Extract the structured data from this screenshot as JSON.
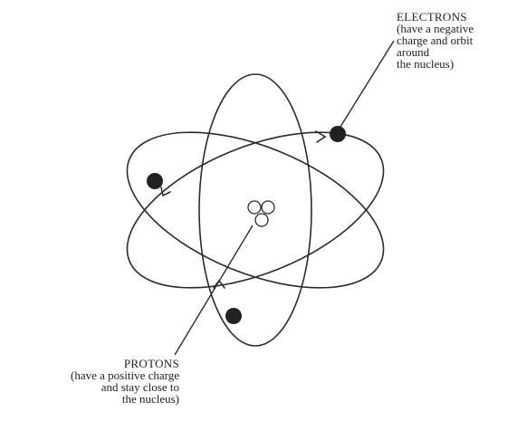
{
  "electrons": {
    "title": "ELECTRONS",
    "description": [
      "(have a negative",
      "charge and orbit",
      "around",
      "the nucleus)"
    ]
  },
  "protons": {
    "title": "PROTONS",
    "description": [
      "(have a positive charge",
      "and stay close to",
      "the nucleus)"
    ]
  },
  "colors": {
    "line": "#2b2b2b",
    "electron": "#222222",
    "background": "#ffffff"
  }
}
